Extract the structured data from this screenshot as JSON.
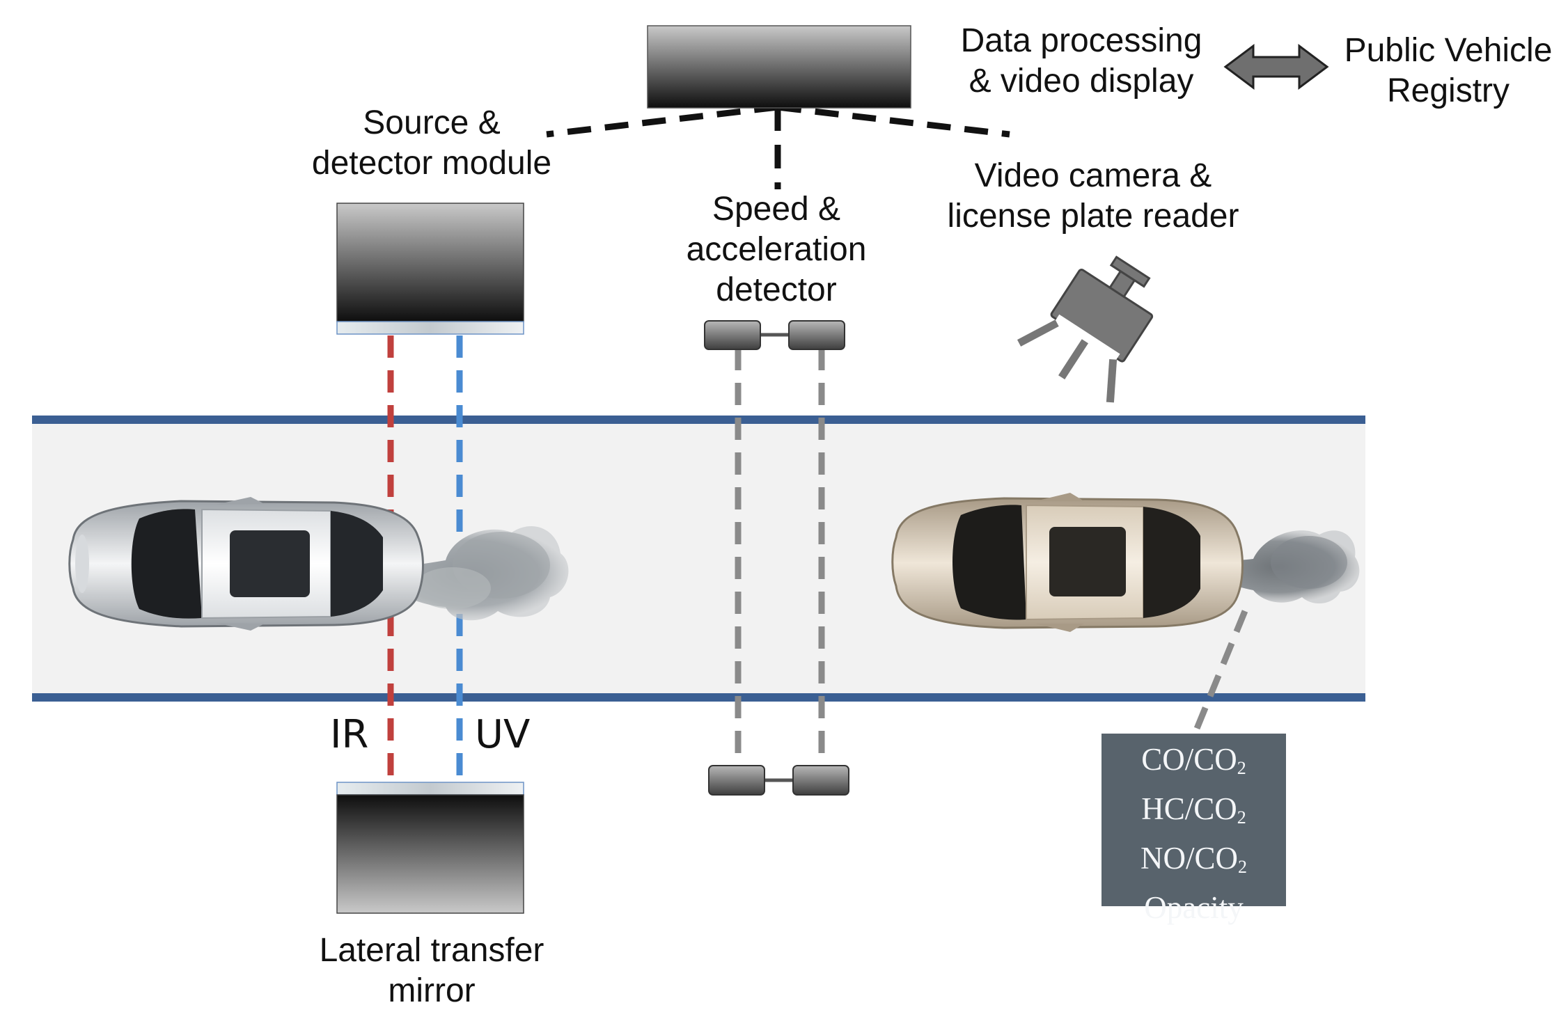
{
  "labels": {
    "data_processing": [
      "Data processing",
      "& video display"
    ],
    "registry": [
      "Public Vehicle",
      "Registry"
    ],
    "source_detector": [
      "Source &",
      "detector module"
    ],
    "speed_detector": [
      "Speed &",
      "acceleration",
      "detector"
    ],
    "video_camera": [
      "Video camera &",
      "license plate reader"
    ],
    "mirror": [
      "Lateral transfer",
      "mirror"
    ],
    "ir": "IR",
    "uv": "UV"
  },
  "pollutants": [
    {
      "base": "CO/CO",
      "sub": "2"
    },
    {
      "base": "HC/CO",
      "sub": "2"
    },
    {
      "base": "NO/CO",
      "sub": "2"
    },
    {
      "base": "Opacity",
      "sub": ""
    }
  ],
  "colors": {
    "road_edge": "#3b5f93",
    "road_surface": "#f2f2f2",
    "ir_beam": "#c0403d",
    "uv_beam": "#4a8bd2",
    "sensor_line": "#8a8a8a",
    "pollutant_box": "#58636c"
  }
}
